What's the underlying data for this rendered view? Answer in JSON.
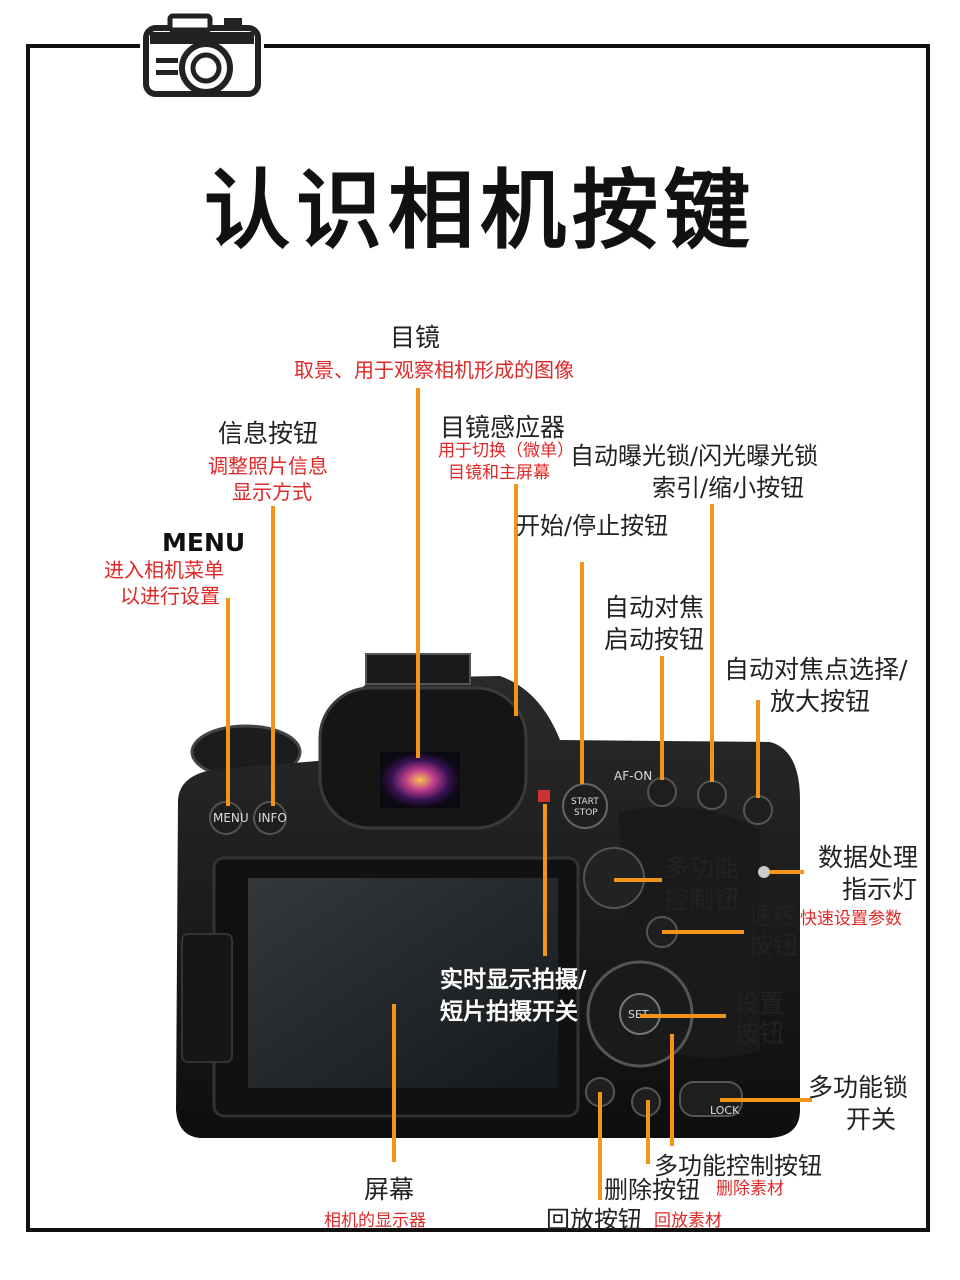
{
  "title": "认识相机按键",
  "icons": {
    "logo": "camera-icon"
  },
  "camera_markings": {
    "menu": "MENU",
    "info": "INFO",
    "af_on": "AF-ON",
    "start_stop_1": "START",
    "start_stop_2": "STOP",
    "set": "SET",
    "lock": "LOCK"
  },
  "colors": {
    "leader": "#f29418",
    "sub_text": "#e12828",
    "frame": "#111111"
  },
  "labels": {
    "viewfinder": {
      "name": "目镜",
      "desc": "取景、用于观察相机形成的图像"
    },
    "info_button": {
      "name": "信息按钮",
      "desc_1": "调整照片信息",
      "desc_2": "显示方式"
    },
    "eye_sensor": {
      "name": "目镜感应器",
      "desc_1": "用于切换（微单）",
      "desc_2": "目镜和主屏幕"
    },
    "ae_lock": {
      "name_1": "自动曝光锁/闪光曝光锁",
      "name_2": "索引/缩小按钮"
    },
    "start_stop": {
      "name": "开始/停止按钮"
    },
    "menu": {
      "name": "MENU",
      "desc_1": "进入相机菜单",
      "desc_2": "以进行设置"
    },
    "af_start": {
      "name_1": "自动对焦",
      "name_2": "启动按钮"
    },
    "af_point": {
      "name_1": "自动对焦点选择/",
      "name_2": "放大按钮"
    },
    "multi_controller": {
      "name_1": "多功能",
      "name_2": "控制钮"
    },
    "data_lamp": {
      "name_1": "数据处理",
      "name_2": "指示灯"
    },
    "quick_control": {
      "name_1": "速控",
      "name_2": "按钮",
      "desc": "快速设置参数"
    },
    "live_view": {
      "name_1": "实时显示拍摄/",
      "name_2": "短片拍摄开关"
    },
    "set_button": {
      "name_1": "设置",
      "name_2": "按钮"
    },
    "multi_lock": {
      "name_1": "多功能锁",
      "name_2": "开关"
    },
    "screen": {
      "name": "屏幕",
      "desc": "相机的显示器"
    },
    "multi_control_dial": {
      "name": "多功能控制按钮"
    },
    "delete": {
      "name": "删除按钮",
      "desc": "删除素材"
    },
    "playback": {
      "name": "回放按钮",
      "desc": "回放素材"
    }
  }
}
